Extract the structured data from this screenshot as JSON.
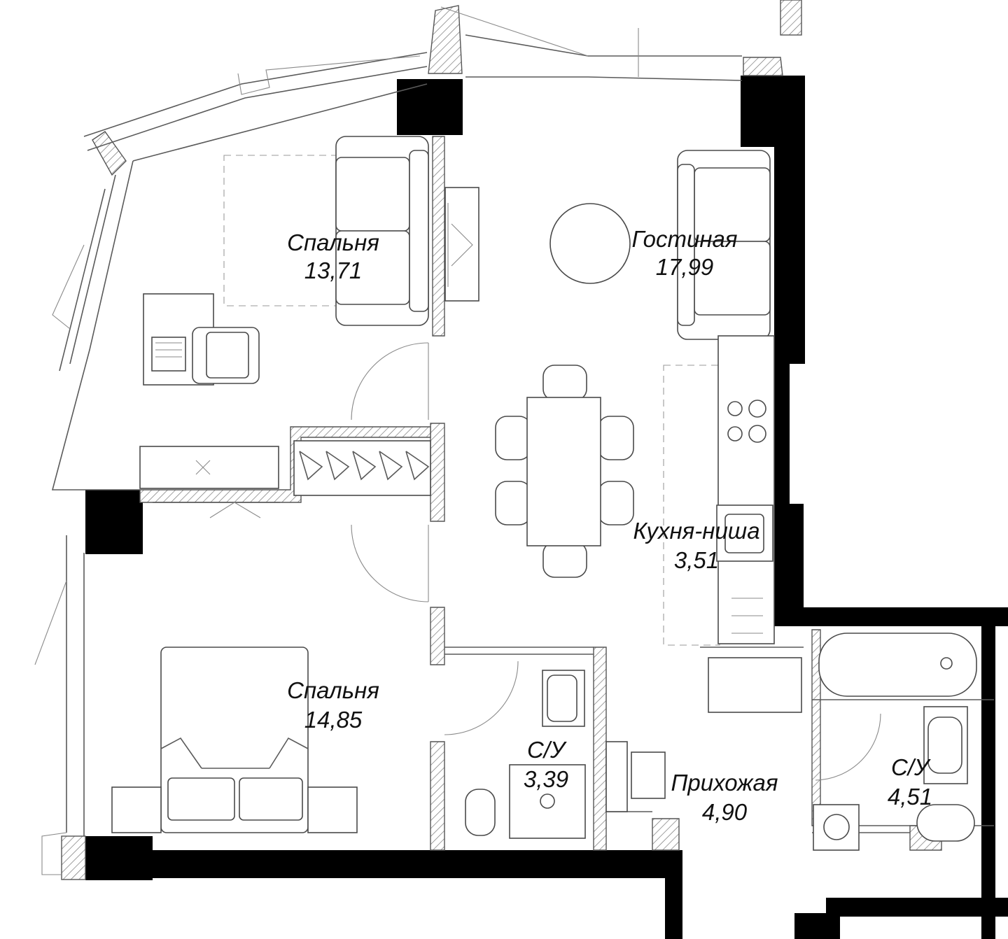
{
  "colors": {
    "wall": "#000000",
    "line": "#4a4a4a",
    "background": "#ffffff"
  },
  "rooms": [
    {
      "id": "bedroom1",
      "name": "Спальня",
      "area": "13,71"
    },
    {
      "id": "living",
      "name": "Гостиная",
      "area": "17,99"
    },
    {
      "id": "kitchen",
      "name": "Кухня-ниша",
      "area": "3,51"
    },
    {
      "id": "bedroom2",
      "name": "Спальня",
      "area": "14,85"
    },
    {
      "id": "bath1",
      "name": "С/У",
      "area": "3,39"
    },
    {
      "id": "hall",
      "name": "Прихожая",
      "area": "4,90"
    },
    {
      "id": "bath2",
      "name": "С/У",
      "area": "4,51"
    }
  ]
}
